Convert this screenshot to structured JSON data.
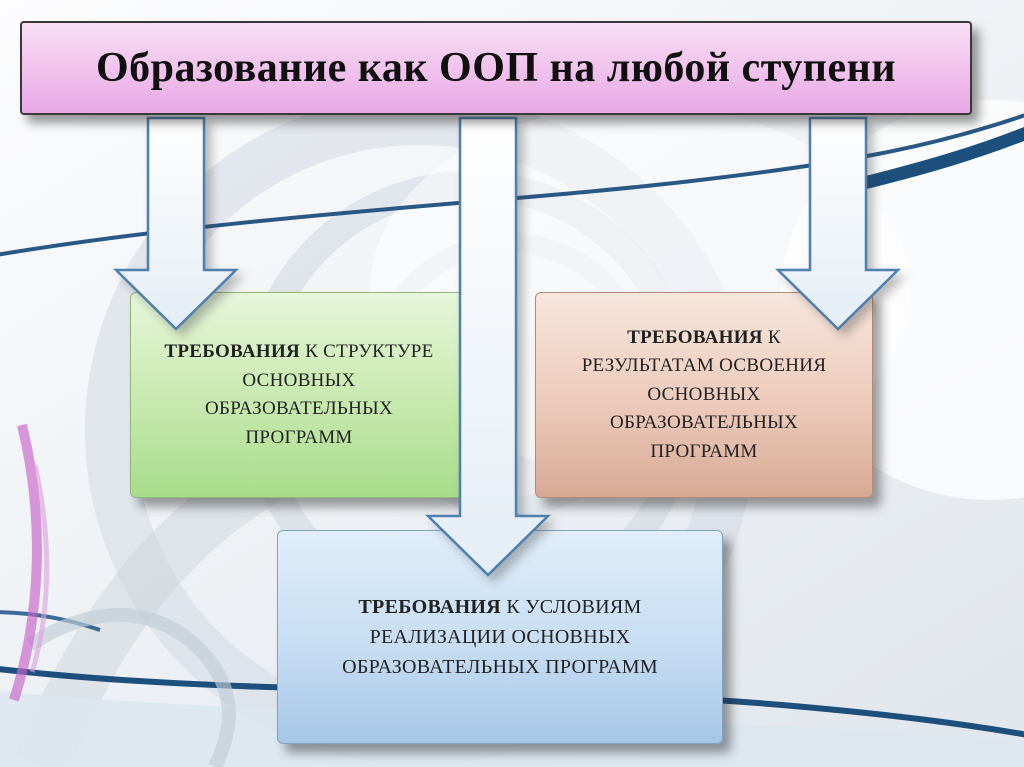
{
  "slide": {
    "title": "Образование как ООП на любой ступени",
    "boxes": {
      "structure": {
        "lead": "ТРЕБОВАНИЯ",
        "rest": " К СТРУКТУРЕ ОСНОВНЫХ ОБРАЗОВАТЕЛЬНЫХ ПРОГРАММ",
        "fill": "#bfe3a2"
      },
      "results": {
        "lead": "ТРЕБОВАНИЯ",
        "rest": " К РЕЗУЛЬТАТАМ ОСВОЕНИЯ ОСНОВНЫХ ОБРАЗОВАТЕЛЬНЫХ ПРОГРАММ",
        "fill": "#e7c4b2"
      },
      "conditions": {
        "lead": "ТРЕБОВАНИЯ",
        "rest": " К УСЛОВИЯМ РЕАЛИЗАЦИИ ОСНОВНЫХ ОБРАЗОВАТЕЛЬНЫХ ПРОГРАММ",
        "fill": "#bcd8f0"
      }
    },
    "colors": {
      "title_gradient_top": "#f8dff5",
      "title_gradient_bottom": "#e8a8e4",
      "title_border": "#3a3a3a",
      "arrow_stroke": "#4e7fae",
      "arrow_fill": "#ffffff",
      "swoosh_navy": "#1d4f7d",
      "swoosh_magenta": "#c863c8",
      "background_gray": "#e2e7ed"
    }
  }
}
